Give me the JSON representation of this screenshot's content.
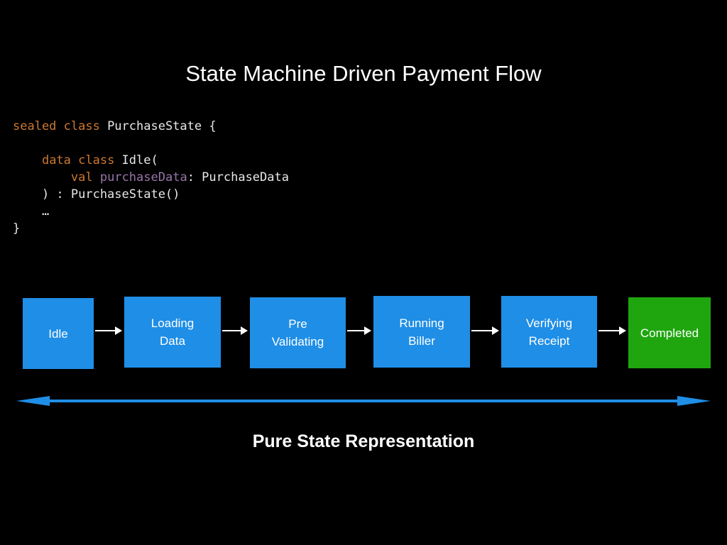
{
  "title": "State Machine Driven Payment Flow",
  "code": {
    "line1": {
      "kw": "sealed class",
      "rest": " PurchaseState {"
    },
    "line2": {
      "indent": "    ",
      "kw": "data class",
      "rest": " Idle("
    },
    "line3": {
      "indent": "        ",
      "kw": "val",
      "sp": " ",
      "prop": "purchaseData",
      "rest": ": PurchaseData"
    },
    "line4": "    ) : PurchaseState()",
    "line5": "    …",
    "line6": "}"
  },
  "states": [
    "Idle",
    "Loading\nData",
    "Pre\nValidating",
    "Running\nBiller",
    "Verifying\nReceipt",
    "Completed"
  ],
  "caption": "Pure State Representation",
  "colors": {
    "state": "#1f8ee6",
    "completed": "#1fa60f",
    "span_arrow": "#1f8ee6"
  }
}
